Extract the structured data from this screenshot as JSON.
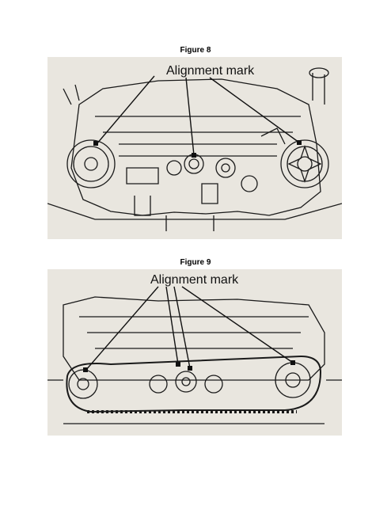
{
  "figure8": {
    "caption": "Figure 8",
    "callout": "Alignment mark"
  },
  "figure9": {
    "caption": "Figure 9",
    "callout": "Alignment mark"
  }
}
